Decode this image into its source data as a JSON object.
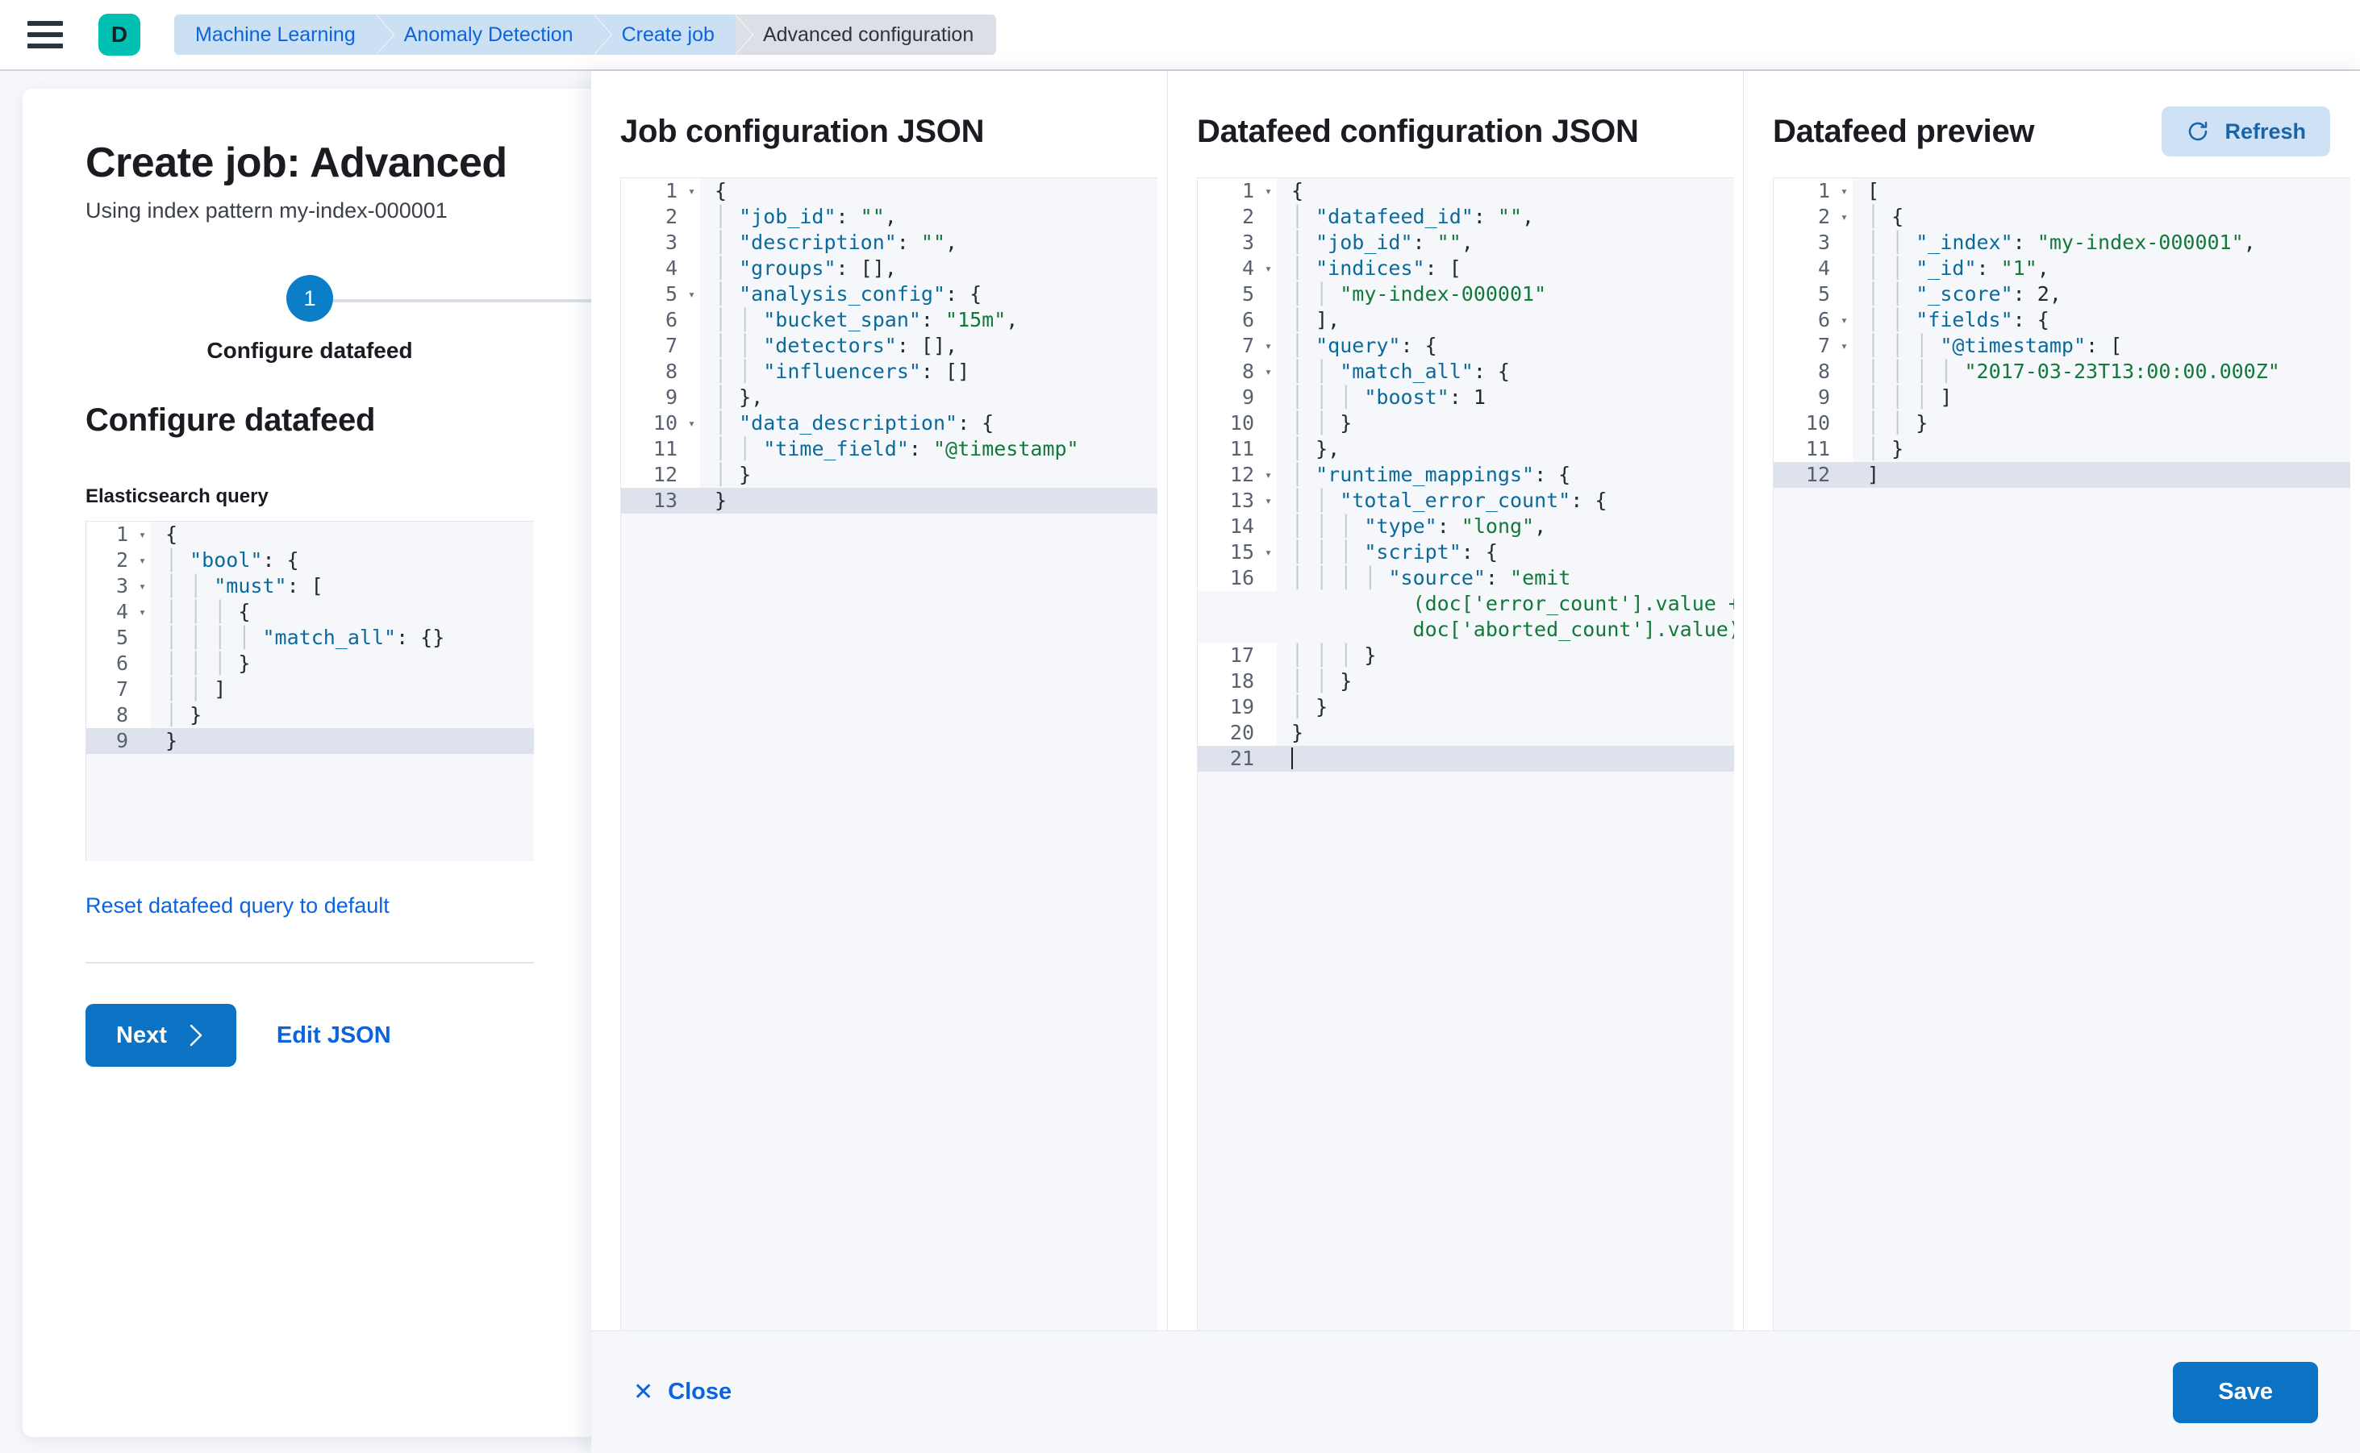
{
  "chrome": {
    "menu_icon": "hamburger-icon",
    "avatar_letter": "D",
    "avatar_color": "#00BFB3",
    "breadcrumbs": [
      {
        "label": "Machine Learning",
        "active": false
      },
      {
        "label": "Anomaly Detection",
        "active": false
      },
      {
        "label": "Create job",
        "active": false
      },
      {
        "label": "Advanced configuration",
        "active": true
      }
    ]
  },
  "wizard": {
    "title": "Create job: Advanced",
    "subtitle": "Using index pattern my-index-000001",
    "step_number": "1",
    "step_label": "Configure datafeed",
    "section_title": "Configure datafeed",
    "query_label": "Elasticsearch query",
    "reset_link": "Reset datafeed query to default",
    "next_label": "Next",
    "next_icon": "chevron-right-icon",
    "edit_json_label": "Edit JSON",
    "accent_color": "#0B72C4",
    "query_lines": [
      {
        "n": "1",
        "fold": true,
        "text": "{"
      },
      {
        "n": "2",
        "fold": true,
        "text": "  \"bool\": {"
      },
      {
        "n": "3",
        "fold": true,
        "text": "    \"must\": ["
      },
      {
        "n": "4",
        "fold": true,
        "text": "      {"
      },
      {
        "n": "5",
        "fold": false,
        "text": "        \"match_all\": {}"
      },
      {
        "n": "6",
        "fold": false,
        "text": "      }"
      },
      {
        "n": "7",
        "fold": false,
        "text": "    ]"
      },
      {
        "n": "8",
        "fold": false,
        "text": "  }"
      },
      {
        "n": "9",
        "fold": false,
        "text": "}",
        "active": true
      }
    ]
  },
  "flyout": {
    "columns": [
      {
        "title": "Job configuration JSON",
        "lines": [
          {
            "n": "1",
            "fold": true,
            "text": "{"
          },
          {
            "n": "2",
            "fold": false,
            "text": "  \"job_id\": \"\","
          },
          {
            "n": "3",
            "fold": false,
            "text": "  \"description\": \"\","
          },
          {
            "n": "4",
            "fold": false,
            "text": "  \"groups\": [],"
          },
          {
            "n": "5",
            "fold": true,
            "text": "  \"analysis_config\": {"
          },
          {
            "n": "6",
            "fold": false,
            "text": "    \"bucket_span\": \"15m\","
          },
          {
            "n": "7",
            "fold": false,
            "text": "    \"detectors\": [],"
          },
          {
            "n": "8",
            "fold": false,
            "text": "    \"influencers\": []"
          },
          {
            "n": "9",
            "fold": false,
            "text": "  },"
          },
          {
            "n": "10",
            "fold": true,
            "text": "  \"data_description\": {"
          },
          {
            "n": "11",
            "fold": false,
            "text": "    \"time_field\": \"@timestamp\""
          },
          {
            "n": "12",
            "fold": false,
            "text": "  }"
          },
          {
            "n": "13",
            "fold": false,
            "text": "}",
            "active": true
          }
        ]
      },
      {
        "title": "Datafeed configuration JSON",
        "lines": [
          {
            "n": "1",
            "fold": true,
            "text": "{"
          },
          {
            "n": "2",
            "fold": false,
            "text": "  \"datafeed_id\": \"\","
          },
          {
            "n": "3",
            "fold": false,
            "text": "  \"job_id\": \"\","
          },
          {
            "n": "4",
            "fold": true,
            "text": "  \"indices\": ["
          },
          {
            "n": "5",
            "fold": false,
            "text": "    \"my-index-000001\""
          },
          {
            "n": "6",
            "fold": false,
            "text": "  ],"
          },
          {
            "n": "7",
            "fold": true,
            "text": "  \"query\": {"
          },
          {
            "n": "8",
            "fold": true,
            "text": "    \"match_all\": {"
          },
          {
            "n": "9",
            "fold": false,
            "text": "      \"boost\": 1"
          },
          {
            "n": "10",
            "fold": false,
            "text": "    }"
          },
          {
            "n": "11",
            "fold": false,
            "text": "  },"
          },
          {
            "n": "12",
            "fold": true,
            "text": "  \"runtime_mappings\": {"
          },
          {
            "n": "13",
            "fold": true,
            "text": "    \"total_error_count\": {"
          },
          {
            "n": "14",
            "fold": false,
            "text": "      \"type\": \"long\","
          },
          {
            "n": "15",
            "fold": true,
            "text": "      \"script\": {"
          },
          {
            "n": "16",
            "fold": false,
            "text": "        \"source\": \"emit",
            "wrap": [
              "(doc['error_count'].value +",
              "doc['aborted_count'].value)\""
            ]
          },
          {
            "n": "17",
            "fold": false,
            "text": "      }"
          },
          {
            "n": "18",
            "fold": false,
            "text": "    }"
          },
          {
            "n": "19",
            "fold": false,
            "text": "  }"
          },
          {
            "n": "20",
            "fold": false,
            "text": "}"
          },
          {
            "n": "21",
            "fold": false,
            "text": "",
            "active": true,
            "cursor": true
          }
        ]
      },
      {
        "title": "Datafeed preview",
        "refresh_label": "Refresh",
        "refresh_icon": "refresh-icon",
        "lines": [
          {
            "n": "1",
            "fold": true,
            "text": "["
          },
          {
            "n": "2",
            "fold": true,
            "text": "  {"
          },
          {
            "n": "3",
            "fold": false,
            "text": "    \"_index\": \"my-index-000001\","
          },
          {
            "n": "4",
            "fold": false,
            "text": "    \"_id\": \"1\","
          },
          {
            "n": "5",
            "fold": false,
            "text": "    \"_score\": 2,"
          },
          {
            "n": "6",
            "fold": true,
            "text": "    \"fields\": {"
          },
          {
            "n": "7",
            "fold": true,
            "text": "      \"@timestamp\": ["
          },
          {
            "n": "8",
            "fold": false,
            "text": "        \"2017-03-23T13:00:00.000Z\""
          },
          {
            "n": "9",
            "fold": false,
            "text": "      ]"
          },
          {
            "n": "10",
            "fold": false,
            "text": "    }"
          },
          {
            "n": "11",
            "fold": false,
            "text": "  }"
          },
          {
            "n": "12",
            "fold": false,
            "text": "]",
            "active": true
          }
        ]
      }
    ],
    "footer": {
      "close_label": "Close",
      "close_icon": "close-x-icon",
      "save_label": "Save"
    }
  }
}
